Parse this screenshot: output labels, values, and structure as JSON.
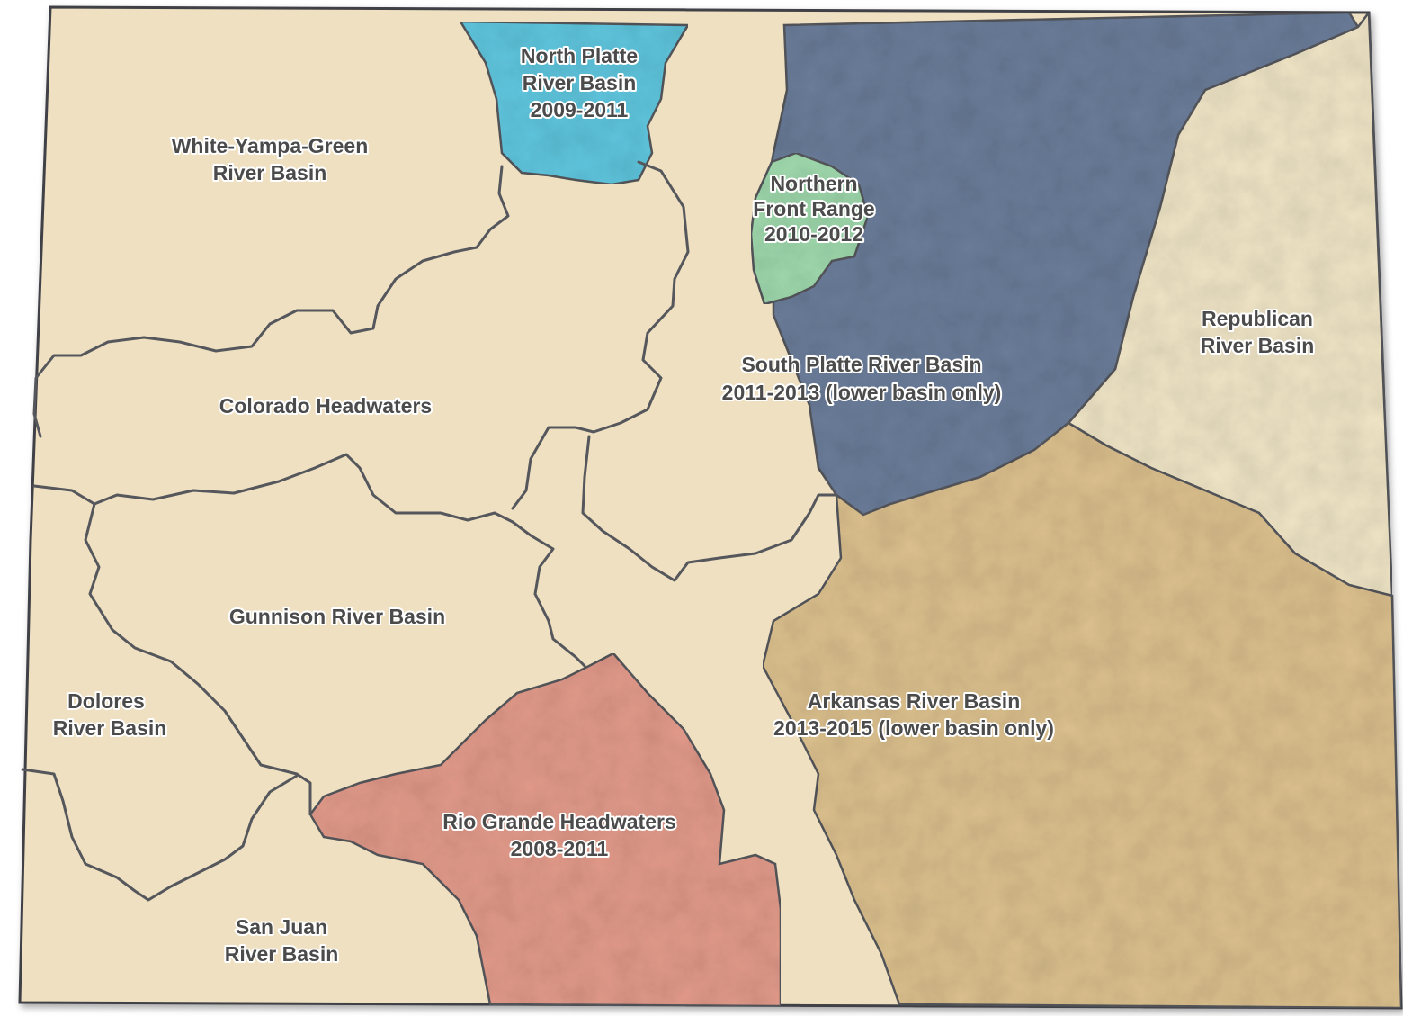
{
  "colors": {
    "base_land": "#eee0c0",
    "north_platte": "#5fc6de",
    "northern_front_range": "#9fd8ac",
    "south_platte": "#6b7d9a",
    "republican": "#f0e5c6",
    "arkansas": "#dcc08e",
    "rio_grande": "#e29a8a",
    "boundary": "#55575c"
  },
  "basins": {
    "north_platte": {
      "line1": "North Platte",
      "line2": "River Basin",
      "line3": "2009-2011"
    },
    "white_yampa_green": {
      "line1": "White-Yampa-Green",
      "line2": "River Basin"
    },
    "northern_front_range": {
      "line1": "Northern",
      "line2": "Front Range",
      "line3": "2010-2012"
    },
    "republican": {
      "line1": "Republican",
      "line2": "River Basin"
    },
    "south_platte": {
      "line1": "South Platte River Basin",
      "line2": "2011-2013 (lower basin only)"
    },
    "colorado_headwaters": {
      "line1": "Colorado Headwaters"
    },
    "gunnison": {
      "line1": "Gunnison River Basin"
    },
    "dolores": {
      "line1": "Dolores",
      "line2": "River Basin"
    },
    "arkansas": {
      "line1": "Arkansas River Basin",
      "line2": "2013-2015 (lower basin only)"
    },
    "rio_grande": {
      "line1": "Rio Grande Headwaters",
      "line2": "2008-2011"
    },
    "san_juan": {
      "line1": "San Juan",
      "line2": "River Basin"
    }
  }
}
